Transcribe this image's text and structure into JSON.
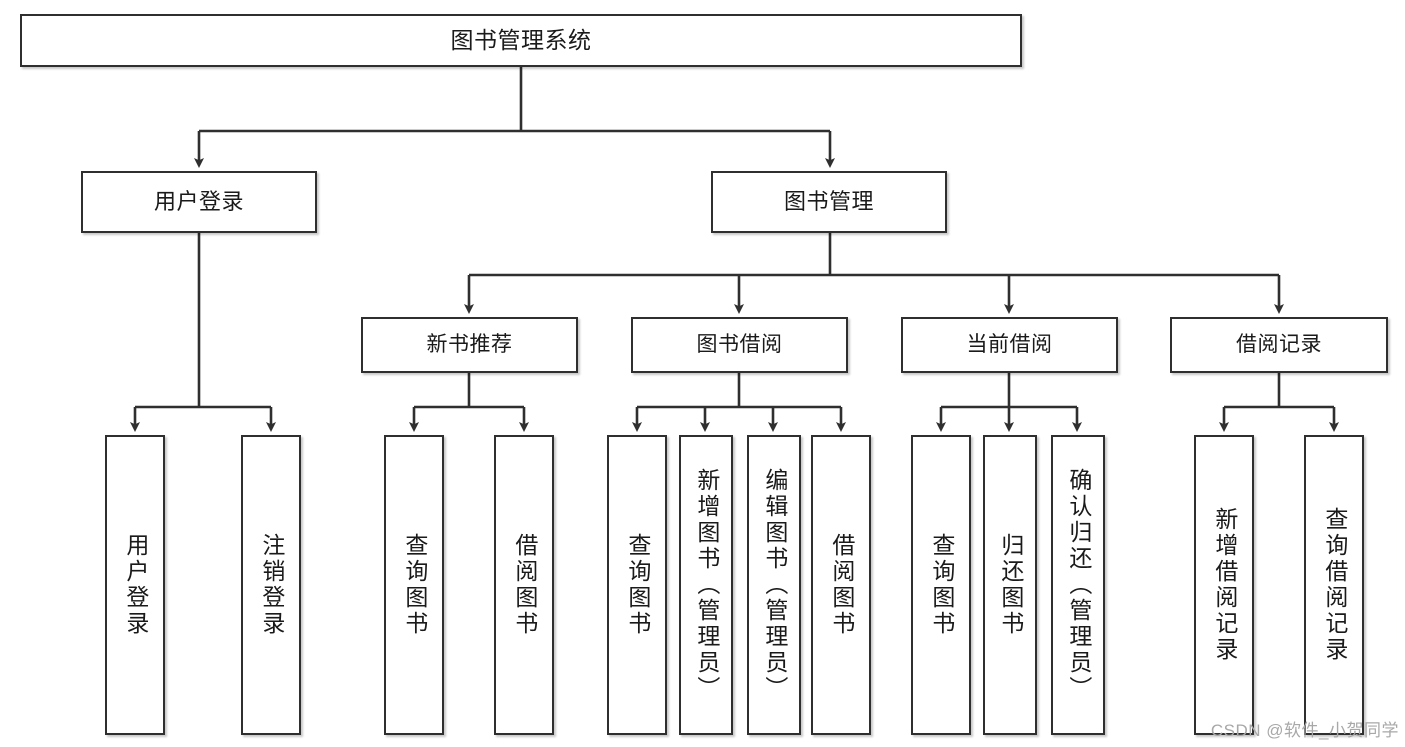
{
  "diagram": {
    "title": "图书管理系统",
    "type": "tree-hierarchy-chart",
    "root": {
      "id": "root",
      "label": "图书管理系统"
    },
    "branches": [
      {
        "id": "user-login",
        "label": "用户登录"
      },
      {
        "id": "book-manage",
        "label": "图书管理"
      }
    ],
    "groups": [
      {
        "id": "new-book-recommend",
        "label": "新书推荐"
      },
      {
        "id": "book-borrow",
        "label": "图书借阅"
      },
      {
        "id": "current-borrow",
        "label": "当前借阅"
      },
      {
        "id": "borrow-record",
        "label": "借阅记录"
      }
    ],
    "leaves": [
      {
        "id": "leaf-user-login",
        "label": "用户登录",
        "parent": "user-login"
      },
      {
        "id": "leaf-logout",
        "label": "注销登录",
        "parent": "user-login"
      },
      {
        "id": "leaf-query-book-1",
        "label": "查询图书",
        "parent": "new-book-recommend"
      },
      {
        "id": "leaf-borrow-book-1",
        "label": "借阅图书",
        "parent": "new-book-recommend"
      },
      {
        "id": "leaf-query-book-2",
        "label": "查询图书",
        "parent": "book-borrow"
      },
      {
        "id": "leaf-add-book",
        "label": "新增图书（管理员）",
        "parent": "book-borrow"
      },
      {
        "id": "leaf-edit-book",
        "label": "编辑图书（管理员）",
        "parent": "book-borrow"
      },
      {
        "id": "leaf-borrow-book-2",
        "label": "借阅图书",
        "parent": "book-borrow"
      },
      {
        "id": "leaf-query-book-3",
        "label": "查询图书",
        "parent": "current-borrow"
      },
      {
        "id": "leaf-return-book",
        "label": "归还图书",
        "parent": "current-borrow"
      },
      {
        "id": "leaf-confirm-return",
        "label": "确认归还（管理员）",
        "parent": "current-borrow"
      },
      {
        "id": "leaf-add-record",
        "label": "新增借阅记录",
        "parent": "borrow-record"
      },
      {
        "id": "leaf-query-record",
        "label": "查询借阅记录",
        "parent": "borrow-record"
      }
    ]
  },
  "watermark": {
    "text": "CSDN @软件_小贺同学"
  },
  "colors": {
    "background": "#ffffff",
    "border": "#2f2f2f",
    "text": "#1a1a1a",
    "connector": "#2f2f2f",
    "watermark": "#a8a8a8"
  }
}
